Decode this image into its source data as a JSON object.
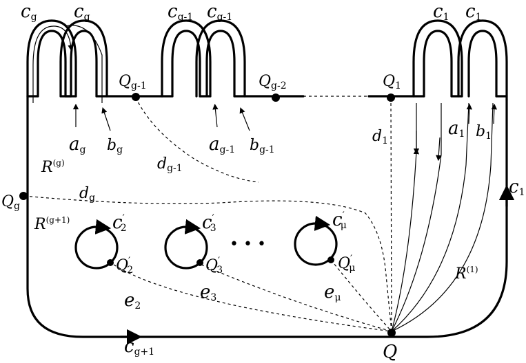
{
  "labels": {
    "cg_base": "c",
    "cg_sub": "g",
    "cg1_sub": "g-1",
    "c1_sub": "1",
    "cg_plus1_sub": "g+1",
    "Q": "Q",
    "Qg_sub": "g",
    "Qg1_sub": "g-1",
    "Qg2_sub": "g-2",
    "Q1_sub": "1",
    "a": "a",
    "b": "b",
    "d": "d",
    "e": "e",
    "R": "R",
    "Rg_sup": "(g)",
    "Rg1_sup": "(g+1)",
    "R1_sup": "(1)",
    "cprime_2": "2",
    "cprime_3": "3",
    "cprime_mu": "μ",
    "prime": "′",
    "ellipsis": "• • •",
    "e2_sub": "2",
    "e3_sub": "3",
    "emu_sub": "μ",
    "dg_sub": "g",
    "dg1_sub": "g-1",
    "d1_sub": "1",
    "ag_sub": "g",
    "bg_sub": "g",
    "ag1_sub": "g-1",
    "bg1_sub": "g-1",
    "a1_sub": "1",
    "b1_sub": "1"
  }
}
